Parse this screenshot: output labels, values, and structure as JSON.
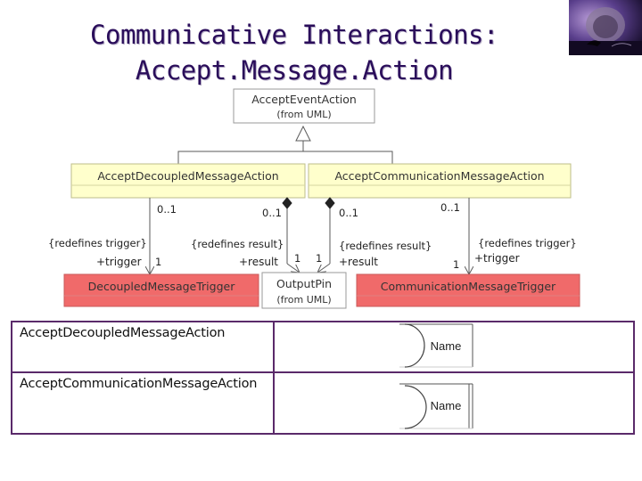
{
  "title": {
    "line1": "Communicative Interactions:",
    "line2": "Accept.Message.Action"
  },
  "diagram": {
    "classes": {
      "accept_event_action": {
        "name": "AcceptEventAction",
        "stereotype": "(from UML)"
      },
      "accept_decoupled_message_action": {
        "name": "AcceptDecoupledMessageAction"
      },
      "accept_communication_message_action": {
        "name": "AcceptCommunicationMessageAction"
      },
      "decoupled_message_trigger": {
        "name": "DecoupledMessageTrigger"
      },
      "output_pin": {
        "name": "OutputPin",
        "stereotype": "(from UML)"
      },
      "communication_message_trigger": {
        "name": "CommunicationMessageTrigger"
      }
    },
    "associations": {
      "left_trigger": {
        "source_multiplicity": "0..1",
        "constraint": "{redefines trigger}",
        "role": "+trigger",
        "target_multiplicity": "1"
      },
      "left_result": {
        "source_multiplicity": "0..1",
        "constraint": "{redefines result}",
        "role": "+result",
        "target_multiplicity": "1"
      },
      "right_result": {
        "source_multiplicity": "0..1",
        "constraint": "{redefines result}",
        "role": "+result",
        "target_multiplicity": "1"
      },
      "right_trigger": {
        "source_multiplicity": "0..1",
        "constraint": "{redefines trigger}",
        "role": "+trigger",
        "target_multiplicity": "1"
      }
    },
    "colors": {
      "action_fill": "#ffffcc",
      "trigger_fill": "#f06a6a",
      "plain_fill": "#ffffff",
      "line": "#5a5a5a"
    }
  },
  "notation": {
    "rows": [
      {
        "label": "AcceptDecoupledMessageAction",
        "shape_text": "Name"
      },
      {
        "label": "AcceptCommunicationMessageAction",
        "shape_text": "Name"
      }
    ]
  }
}
